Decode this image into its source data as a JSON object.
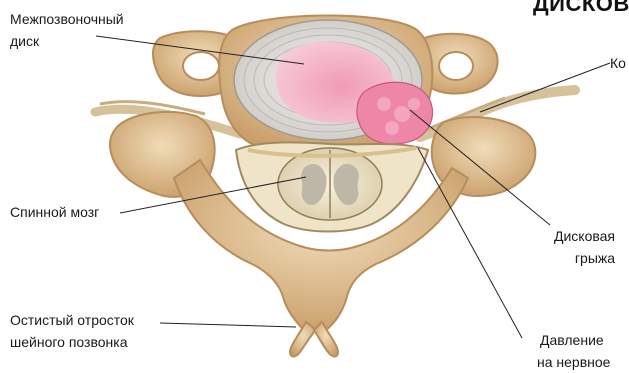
{
  "title": "ДИСКОВ",
  "labels": {
    "disc": {
      "line1": "Межпозвоночный",
      "line2": "диск"
    },
    "spinal_cord": "Спинной мозг",
    "process": {
      "line1": "Остистый отросток",
      "line2": "шейного позвонка"
    },
    "root": "Ко",
    "hernia": {
      "line1": "Дисковая",
      "line2": "грыжа"
    },
    "pressure": {
      "line1": "Давление",
      "line2": "на нервное"
    }
  },
  "colors": {
    "bone": "#e2c59a",
    "bone_dark": "#b68d5b",
    "disc_ring": "#d9d6d4",
    "nucleus": "#f2a9bd",
    "hernia": "#ef7fa3",
    "spinal_cord": "#efe6cf",
    "gray_matter": "#b7b3a6",
    "line": "#222222"
  }
}
